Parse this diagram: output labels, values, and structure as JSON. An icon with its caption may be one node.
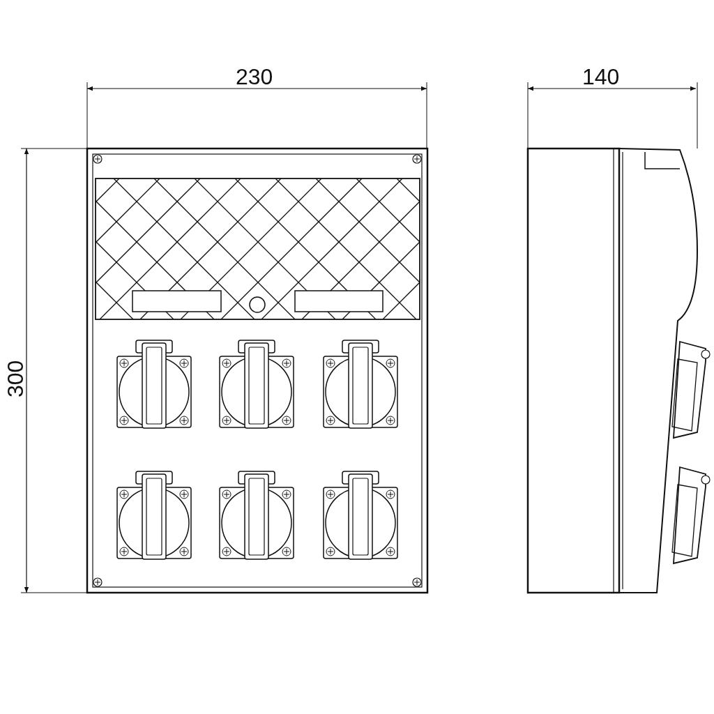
{
  "diagram": {
    "labels": [
      "230",
      "140",
      "300"
    ]
  }
}
